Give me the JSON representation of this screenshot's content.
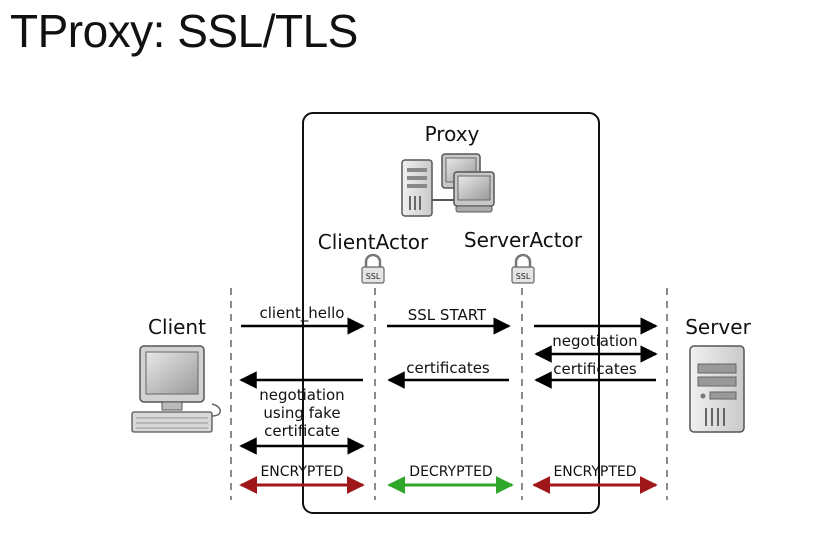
{
  "slide": {
    "title": "TProxy: SSL/TLS"
  },
  "proxy": {
    "label": "Proxy",
    "client_actor_label": "ClientActor",
    "server_actor_label": "ServerActor",
    "ssl_badge": "SSL"
  },
  "endpoints": {
    "client_label": "Client",
    "server_label": "Server"
  },
  "messages": {
    "client_hello": "client_hello",
    "ssl_start": "SSL START",
    "negotiation": "negotiation",
    "certificates_proxy": "certificates",
    "certificates_server": "certificates",
    "fake_cert_line1": "negotiation",
    "fake_cert_line2": "using fake",
    "fake_cert_line3": "certificate"
  },
  "channels": {
    "client_proxy": "ENCRYPTED",
    "internal": "DECRYPTED",
    "proxy_server": "ENCRYPTED"
  },
  "colors": {
    "encrypted": "#a0171a",
    "decrypted": "#2fa82a",
    "arrow": "#000000"
  }
}
